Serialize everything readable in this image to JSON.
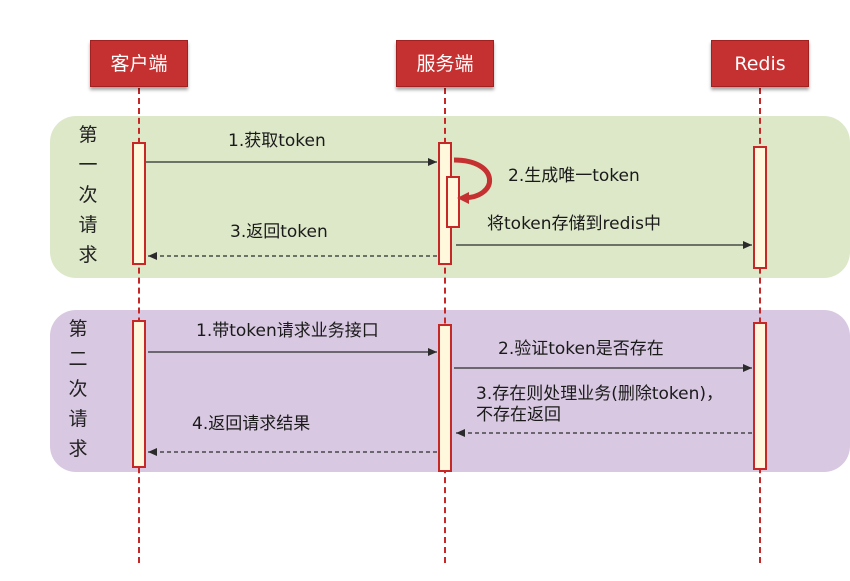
{
  "actors": {
    "client": "客户端",
    "server": "服务端",
    "redis": "Redis"
  },
  "phases": [
    {
      "label": [
        "第",
        "一",
        "次",
        "请",
        "求"
      ],
      "messages": {
        "m1": "1.获取token",
        "m2": "2.生成唯一token",
        "m3": "将token存储到redis中",
        "m4": "3.返回token"
      }
    },
    {
      "label": [
        "第",
        "二",
        "次",
        "请",
        "求"
      ],
      "messages": {
        "m1": "1.带token请求业务接口",
        "m2": "2.验证token是否存在",
        "m3_line1": "3.存在则处理业务(删除token)，",
        "m3_line2": "不存在返回",
        "m4": "4.返回请求结果"
      }
    }
  ],
  "colors": {
    "actor_fill": "#c53030",
    "lifeline": "#c62828",
    "phase1_bg": "#dde8c9",
    "phase2_bg": "#d8c8e1",
    "activation_fill": "#fff8dc"
  }
}
